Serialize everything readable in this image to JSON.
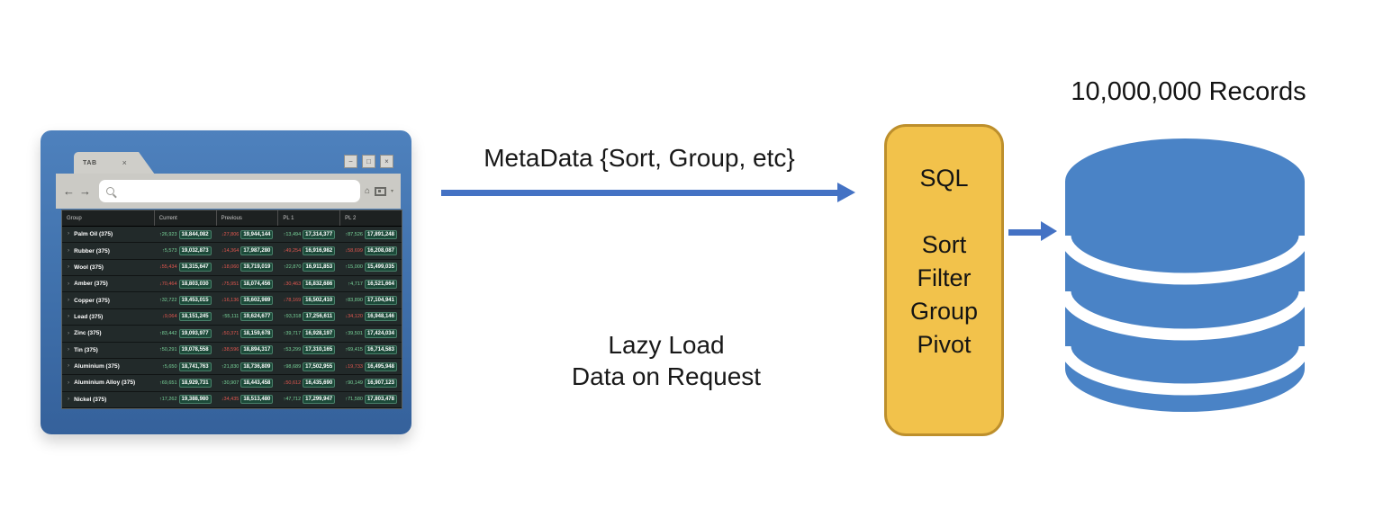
{
  "diagram": {
    "arrow_label": "MetaData {Sort, Group, etc}",
    "lazy_line1": "Lazy Load",
    "lazy_line2": "Data on Request",
    "arrow_color": "#4472C4",
    "sql_box": {
      "title": "SQL",
      "items": [
        "Sort",
        "Filter",
        "Group",
        "Pivot"
      ],
      "fill_color": "#F2C24B",
      "border_color": "#BD8F2C"
    },
    "database": {
      "label": "10,000,000 Records",
      "color": "#4A83C6"
    }
  },
  "browser": {
    "tab_label": "TAB",
    "tab_close_glyph": "×",
    "back_glyph": "←",
    "forward_glyph": "→",
    "home_glyph": "⌂",
    "caret_glyph": "▾",
    "address_value": "",
    "window_buttons": [
      {
        "name": "minimize-button",
        "glyph": "−"
      },
      {
        "name": "restore-button",
        "glyph": "□"
      },
      {
        "name": "close-button",
        "glyph": "×"
      }
    ],
    "grid": {
      "chevron_glyph": "›",
      "columns": [
        "Group",
        "Current",
        "Previous",
        "PL 1",
        "PL 2"
      ],
      "colors": {
        "delta_up": "#79D49A",
        "delta_down": "#E2574F",
        "value_bg": "#1C4A39",
        "value_border": "#49806A"
      },
      "rows": [
        {
          "group": "Palm Oil (375)",
          "cells": [
            {
              "delta": "↑26,923",
              "dir": "up",
              "value": "18,844,082"
            },
            {
              "delta": "↓27,806",
              "dir": "down",
              "value": "19,944,144"
            },
            {
              "delta": "↑13,494",
              "dir": "up",
              "value": "17,314,377"
            },
            {
              "delta": "↑87,526",
              "dir": "up",
              "value": "17,891,248"
            }
          ]
        },
        {
          "group": "Rubber (375)",
          "cells": [
            {
              "delta": "↑5,573",
              "dir": "up",
              "value": "19,032,873"
            },
            {
              "delta": "↓14,364",
              "dir": "down",
              "value": "17,987,280"
            },
            {
              "delta": "↓49,254",
              "dir": "down",
              "value": "16,916,982"
            },
            {
              "delta": "↓58,699",
              "dir": "down",
              "value": "16,208,087"
            }
          ]
        },
        {
          "group": "Wool (375)",
          "cells": [
            {
              "delta": "↓55,434",
              "dir": "down",
              "value": "18,315,647"
            },
            {
              "delta": "↓18,060",
              "dir": "down",
              "value": "19,719,019"
            },
            {
              "delta": "↑22,870",
              "dir": "up",
              "value": "16,911,853"
            },
            {
              "delta": "↑15,000",
              "dir": "up",
              "value": "15,499,035"
            }
          ]
        },
        {
          "group": "Amber (375)",
          "cells": [
            {
              "delta": "↓70,464",
              "dir": "down",
              "value": "18,803,030"
            },
            {
              "delta": "↓75,951",
              "dir": "down",
              "value": "18,074,456"
            },
            {
              "delta": "↓30,463",
              "dir": "down",
              "value": "16,832,686"
            },
            {
              "delta": "↑4,717",
              "dir": "up",
              "value": "16,521,664"
            }
          ]
        },
        {
          "group": "Copper (375)",
          "cells": [
            {
              "delta": "↑32,722",
              "dir": "up",
              "value": "19,453,015"
            },
            {
              "delta": "↓16,136",
              "dir": "down",
              "value": "19,602,989"
            },
            {
              "delta": "↓78,169",
              "dir": "down",
              "value": "16,502,410"
            },
            {
              "delta": "↑83,890",
              "dir": "up",
              "value": "17,104,941"
            }
          ]
        },
        {
          "group": "Lead (375)",
          "cells": [
            {
              "delta": "↓9,064",
              "dir": "down",
              "value": "18,151,245"
            },
            {
              "delta": "↑55,111",
              "dir": "up",
              "value": "19,624,677"
            },
            {
              "delta": "↑93,318",
              "dir": "up",
              "value": "17,256,611"
            },
            {
              "delta": "↓34,120",
              "dir": "down",
              "value": "16,948,146"
            }
          ]
        },
        {
          "group": "Zinc (375)",
          "cells": [
            {
              "delta": "↑83,442",
              "dir": "up",
              "value": "19,093,977"
            },
            {
              "delta": "↓50,371",
              "dir": "down",
              "value": "18,159,678"
            },
            {
              "delta": "↑39,717",
              "dir": "up",
              "value": "16,928,197"
            },
            {
              "delta": "↑39,501",
              "dir": "up",
              "value": "17,424,034"
            }
          ]
        },
        {
          "group": "Tin (375)",
          "cells": [
            {
              "delta": "↑50,291",
              "dir": "up",
              "value": "19,078,558"
            },
            {
              "delta": "↓38,596",
              "dir": "down",
              "value": "18,894,317"
            },
            {
              "delta": "↑53,299",
              "dir": "up",
              "value": "17,310,165"
            },
            {
              "delta": "↑69,415",
              "dir": "up",
              "value": "16,714,583"
            }
          ]
        },
        {
          "group": "Aluminium (375)",
          "cells": [
            {
              "delta": "↑5,650",
              "dir": "up",
              "value": "18,741,763"
            },
            {
              "delta": "↑21,830",
              "dir": "up",
              "value": "18,736,809"
            },
            {
              "delta": "↑98,689",
              "dir": "up",
              "value": "17,502,955"
            },
            {
              "delta": "↓19,733",
              "dir": "down",
              "value": "16,495,948"
            }
          ]
        },
        {
          "group": "Aluminium Alloy (375)",
          "cells": [
            {
              "delta": "↑69,651",
              "dir": "up",
              "value": "18,929,731"
            },
            {
              "delta": "↑30,907",
              "dir": "up",
              "value": "18,443,458"
            },
            {
              "delta": "↓50,612",
              "dir": "down",
              "value": "16,435,690"
            },
            {
              "delta": "↑90,149",
              "dir": "up",
              "value": "16,907,123"
            }
          ]
        },
        {
          "group": "Nickel (375)",
          "cells": [
            {
              "delta": "↑17,262",
              "dir": "up",
              "value": "19,388,980"
            },
            {
              "delta": "↓34,435",
              "dir": "down",
              "value": "18,513,480"
            },
            {
              "delta": "↑47,712",
              "dir": "up",
              "value": "17,299,947"
            },
            {
              "delta": "↑71,580",
              "dir": "up",
              "value": "17,803,478"
            }
          ]
        }
      ]
    }
  }
}
